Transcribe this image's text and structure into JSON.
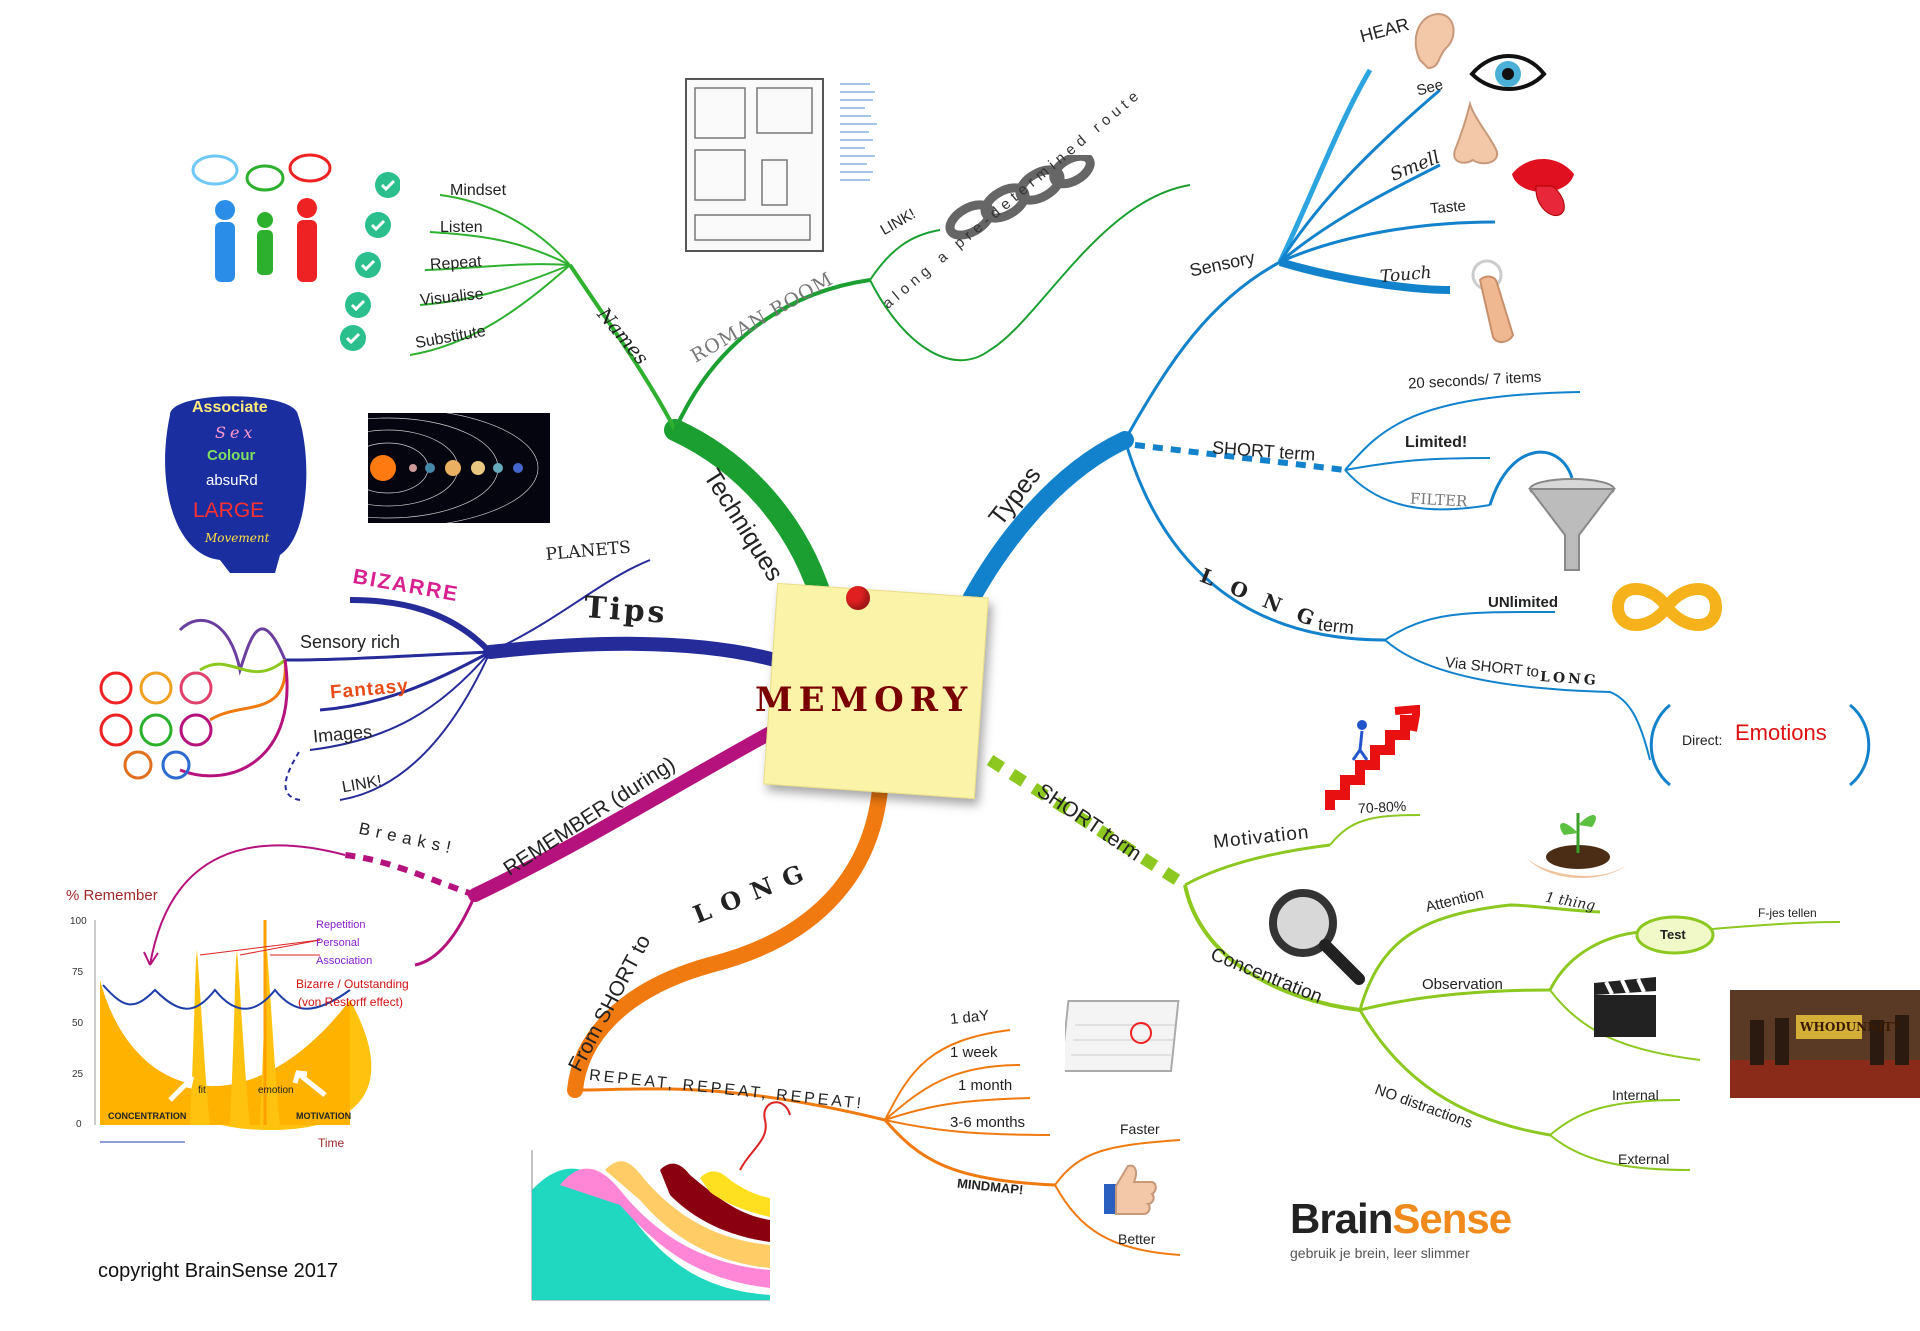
{
  "center": {
    "label": "MEMORY"
  },
  "copyright": "copyright BrainSense 2017",
  "logo": {
    "brain": "Brain",
    "sense": "Sense",
    "tagline": "gebruik je brein, leer slimmer"
  },
  "colors": {
    "techniques": "#1a9f30",
    "names": "#2fb02f",
    "types": "#1282cc",
    "tips": "#262b9a",
    "remember": "#b5127e",
    "from_short_to_long": "#f07a10",
    "short_term": "#8cc820",
    "center_note": "#fbf3a8",
    "center_text": "#7a0000"
  },
  "branches": {
    "techniques": {
      "label": "Techniques",
      "names": {
        "label": "Names",
        "items": [
          "Mindset",
          "Listen",
          "Repeat",
          "Visualise",
          "Substitute"
        ]
      },
      "roman_room": {
        "label": "ROMAN ROOM",
        "link": "LINK!",
        "route": "along a pre-determined route"
      }
    },
    "types": {
      "label": "Types",
      "sensory": {
        "label": "Sensory",
        "items": [
          "HEAR",
          "See",
          "Smell",
          "Taste",
          "Touch"
        ]
      },
      "short_term": {
        "label": "SHORT term",
        "items": [
          "20 seconds/ 7 items",
          "Limited!",
          "FILTER"
        ]
      },
      "long_term": {
        "label_long": "LONG",
        "label_term": "term",
        "unlimited": "UNlimited",
        "via": "Via SHORT to",
        "via_long": "LONG",
        "direct": "Direct:",
        "emotions": "Emotions"
      }
    },
    "tips": {
      "label": "Tips",
      "planets": "PLANETS",
      "bizarre": "BIZARRE",
      "sensory_rich": "Sensory rich",
      "fantasy": "Fantasy",
      "images": "Images",
      "link": "LINK!",
      "brain_words": [
        "Associate",
        "Sex",
        "Colour",
        "absuRd",
        "LARGE",
        "Movement"
      ]
    },
    "remember": {
      "label": "REMEMBER (during)",
      "breaks": "Breaks!",
      "graph": {
        "ylabel": "% Remember",
        "xlabel": "Time",
        "yticks": [
          "100",
          "75",
          "50",
          "25",
          "0"
        ],
        "left_label": "CONCENTRATION",
        "right_label": "MOTIVATION",
        "fit": "fit",
        "emotion": "emotion",
        "legend": [
          "Repetition",
          "Personal",
          "Association",
          "Bizarre / Outstanding",
          "(von Restorff effect)"
        ]
      }
    },
    "from_short_to_long": {
      "label": "From SHORT to",
      "label_long": "LONG",
      "repeat": "REPEAT, REPEAT, REPEAT!",
      "items": [
        "1 daY",
        "1 week",
        "1 month",
        "3-6 months"
      ],
      "mindmap": "MINDMAP!",
      "faster": "Faster",
      "better": "Better"
    },
    "short_term": {
      "label": "SHORT term",
      "motivation": "Motivation",
      "percent": "70-80%",
      "concentration": "Concentration",
      "attention": "Attention",
      "one_thing": "1 thing",
      "observation": "Observation",
      "test": "Test",
      "fjes": "F-jes tellen",
      "no_distractions": "NO distractions",
      "internal": "Internal",
      "external": "External",
      "whodunnit": "WHODUNNIT?"
    }
  }
}
